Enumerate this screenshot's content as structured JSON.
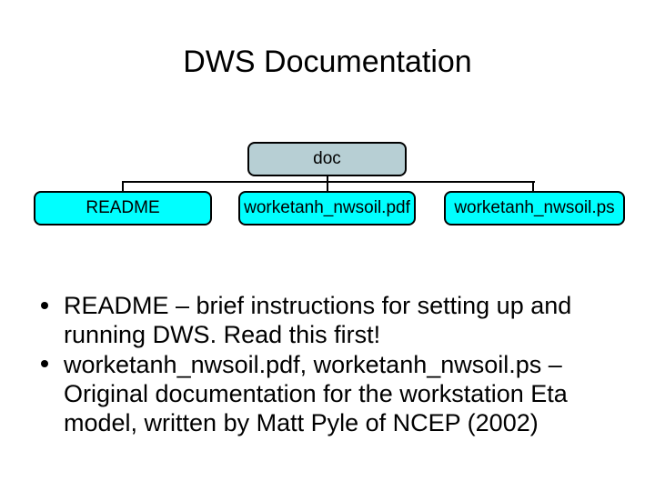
{
  "slide": {
    "title": "DWS Documentation",
    "background_color": "#ffffff",
    "text_color": "#000000"
  },
  "diagram": {
    "root": {
      "label": "doc",
      "fill_color": "#b7cfd4",
      "border_color": "#000000"
    },
    "children": [
      {
        "label": "README",
        "fill_color": "#00ffff"
      },
      {
        "label": "worketanh_nwsoil.pdf",
        "fill_color": "#00ffff"
      },
      {
        "label": "worketanh_nwsoil.ps",
        "fill_color": "#00ffff"
      }
    ],
    "connector_color": "#000000"
  },
  "bullets": [
    {
      "marker": "bullet-dot",
      "lines": [
        "README – brief instructions for setting up and",
        "running DWS. Read this first!"
      ]
    },
    {
      "marker": "bullet-dot",
      "lines": [
        "worketanh_nwsoil.pdf, worketanh_nwsoil.ps –",
        "Original documentation for the workstation Eta",
        "model, written by Matt Pyle of NCEP (2002)"
      ]
    }
  ]
}
